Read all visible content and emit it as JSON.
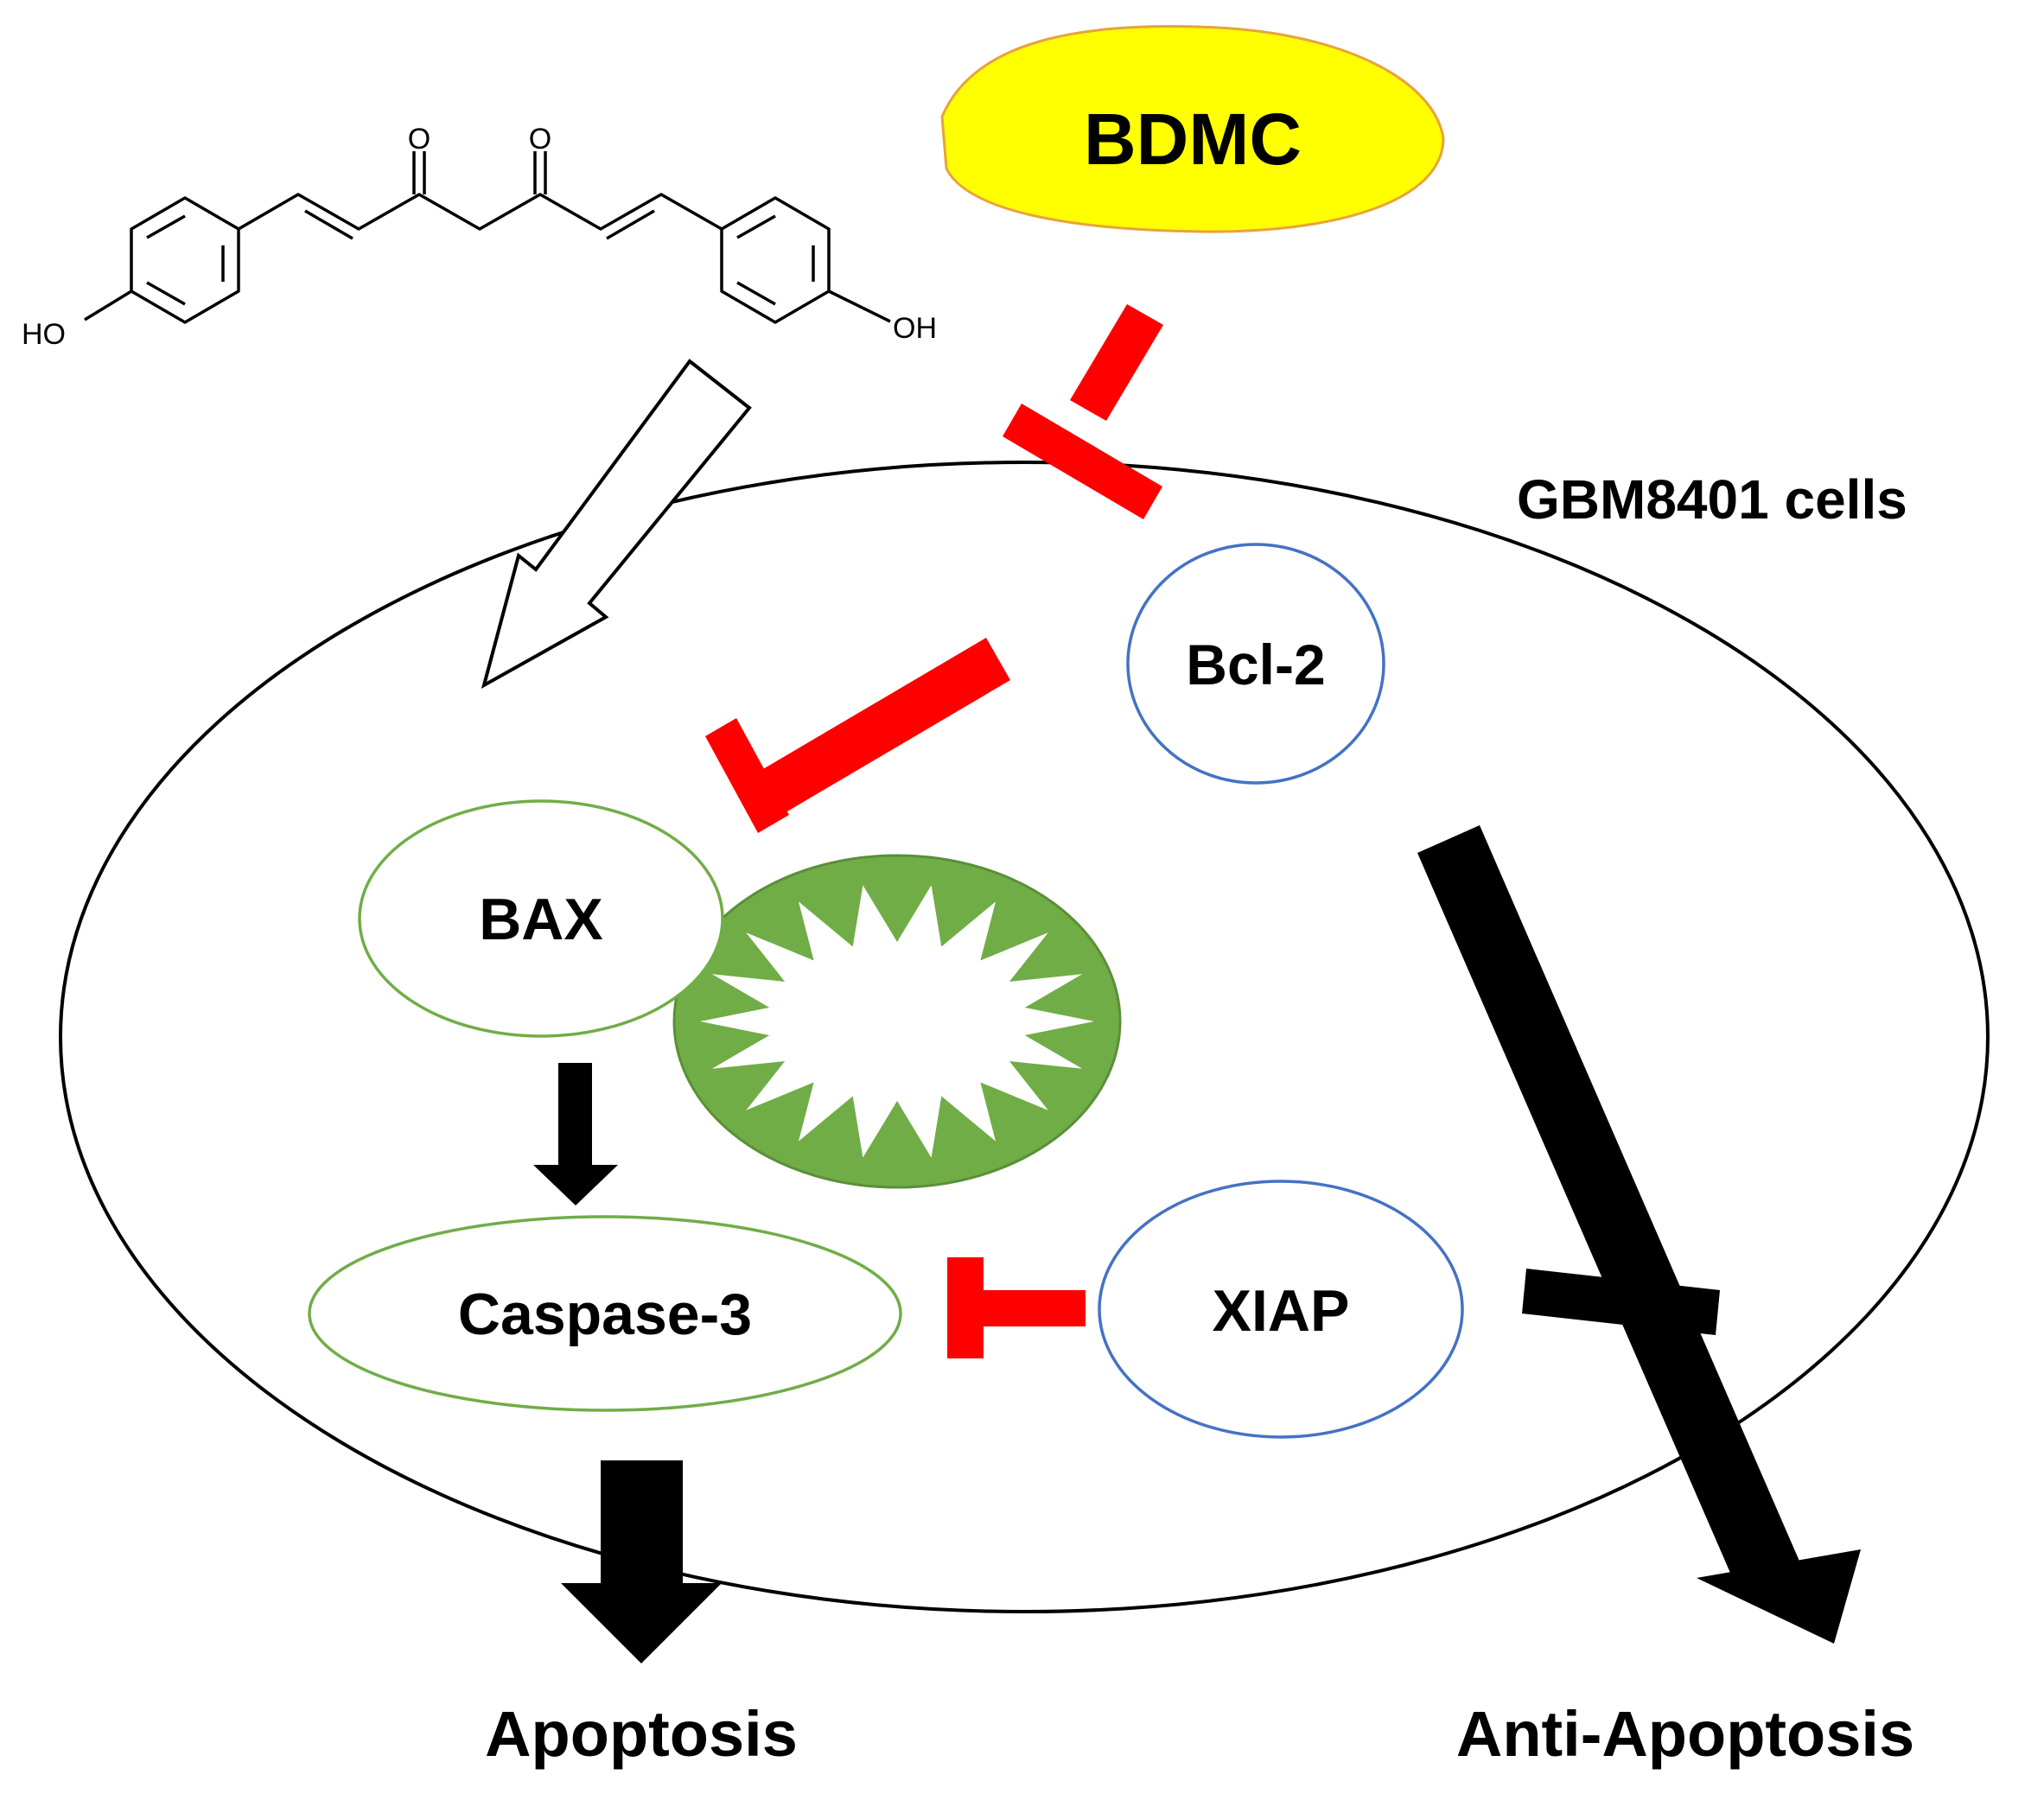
{
  "compound": {
    "name": "BDMC",
    "color": "#ffff00",
    "outline": "#e8a33a"
  },
  "structure": {
    "atoms": {
      "oxygen_left": "O",
      "oxygen_right": "O",
      "hydroxyl_left": "HO",
      "hydroxyl_right": "OH"
    }
  },
  "cell": {
    "label": "GBM8401 cells"
  },
  "nodes": {
    "bcl2": {
      "label": "Bcl-2",
      "outline": "#4472c4"
    },
    "bax": {
      "label": "BAX",
      "outline": "#70ad47"
    },
    "caspase3": {
      "label": "Caspase-3",
      "outline": "#70ad47"
    },
    "xiap": {
      "label": "XIAP",
      "outline": "#4472c4"
    },
    "mitochondrion": {
      "color": "#70ad47"
    }
  },
  "outcomes": {
    "apoptosis": "Apoptosis",
    "anti_apoptosis": "Anti-Apoptosis"
  },
  "colors": {
    "inhibition": "#ff0000",
    "activation": "#000000"
  }
}
